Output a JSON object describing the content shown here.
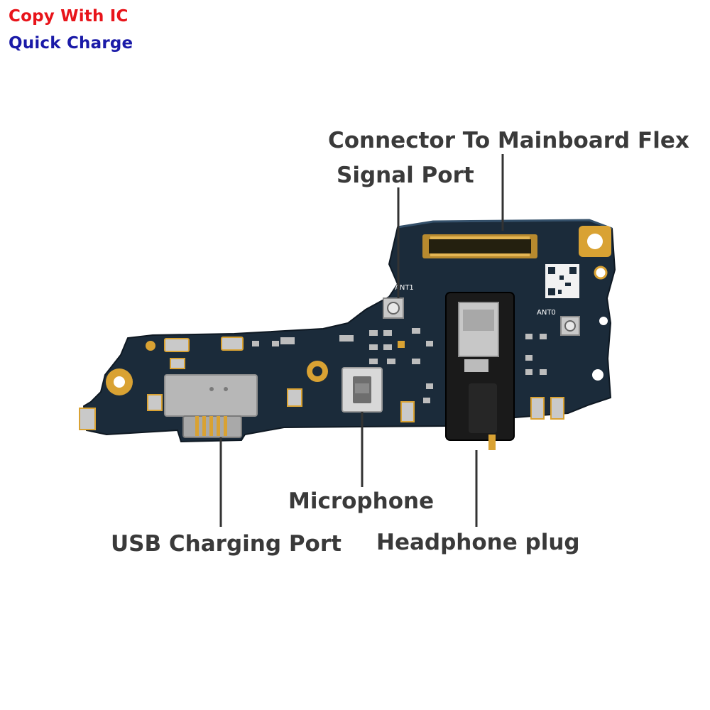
{
  "badges": {
    "copy_with_ic": "Copy With IC",
    "quick_charge": "Quick Charge"
  },
  "labels": {
    "connector": "Connector To Mainboard Flex",
    "signal_port": "Signal Port",
    "microphone": "Microphone",
    "usb_port": "USB Charging Port",
    "headphone": "Headphone plug"
  },
  "silkscreen": {
    "ant1": "ANT1",
    "ant0": "ANT0"
  },
  "colors": {
    "badge_red": "#e8141a",
    "badge_blue": "#1a1aa8",
    "pcb": "#1b2b3a",
    "gold": "#d9a233",
    "label_text": "#3a3a3a"
  }
}
